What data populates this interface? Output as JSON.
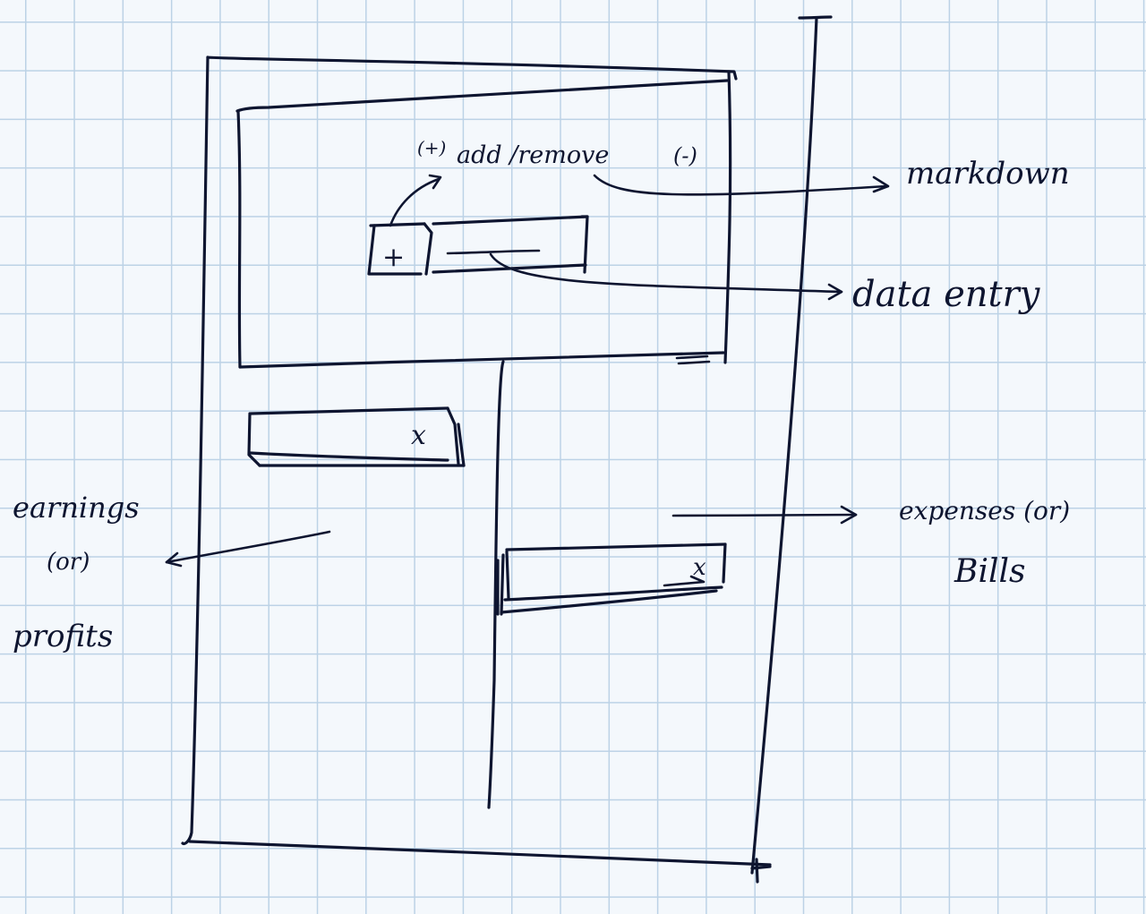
{
  "sketch": {
    "markdown_heading": {
      "plus_glyph": "(+)",
      "text": "add /remove",
      "minus_glyph": "(-)"
    },
    "add_button_symbol": "+",
    "close_symbol_left": "x",
    "close_symbol_right": "x"
  },
  "annotations": {
    "markdown": "markdown",
    "data_entry": "data entry",
    "earnings_line1": "earnings",
    "earnings_line2": "(or)",
    "earnings_line3": "profits",
    "expenses_line1": "expenses (or)",
    "expenses_line2": "Bills"
  },
  "colors": {
    "ink": "#0e1530",
    "paper": "#f4f8fc",
    "grid": "#bcd2e6"
  }
}
